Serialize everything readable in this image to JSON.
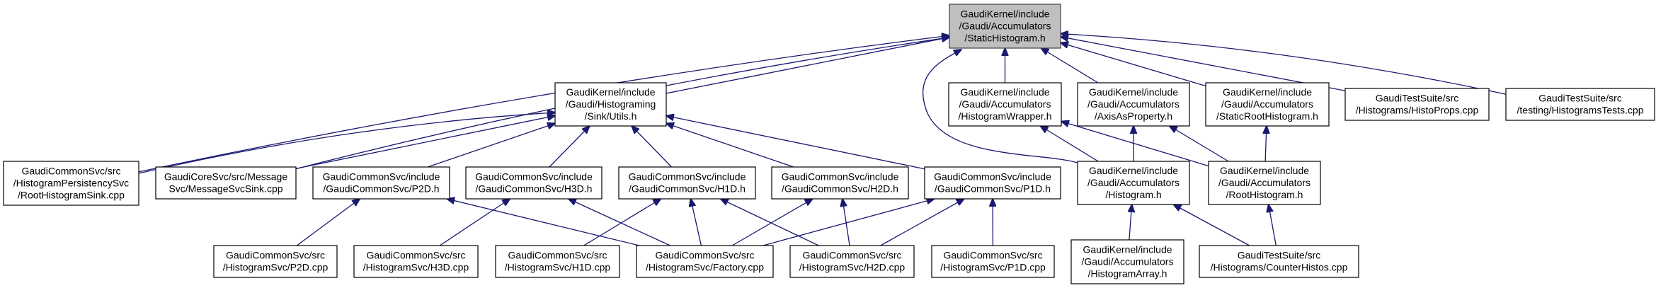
{
  "colors": {
    "edge": "#191970",
    "focus_fill": "#bfbfbf",
    "node_fill": "#ffffff"
  },
  "focus_node": "root",
  "nodes": [
    {
      "id": "root",
      "lines": [
        "GaudiKernel/include",
        "/Gaudi/Accumulators",
        "/StaticHistogram.h"
      ]
    },
    {
      "id": "utils",
      "lines": [
        "GaudiKernel/include",
        "/Gaudi/Histograming",
        "/Sink/Utils.h"
      ]
    },
    {
      "id": "wrapper",
      "lines": [
        "GaudiKernel/include",
        "/Gaudi/Accumulators",
        "/HistogramWrapper.h"
      ]
    },
    {
      "id": "axis",
      "lines": [
        "GaudiKernel/include",
        "/Gaudi/Accumulators",
        "/AxisAsProperty.h"
      ]
    },
    {
      "id": "staticroot",
      "lines": [
        "GaudiKernel/include",
        "/Gaudi/Accumulators",
        "/StaticRootHistogram.h"
      ]
    },
    {
      "id": "histoprops",
      "lines": [
        "GaudiTestSuite/src",
        "/Histograms/HistoProps.cpp"
      ]
    },
    {
      "id": "tests",
      "lines": [
        "GaudiTestSuite/src",
        "/testing/HistogramsTests.cpp"
      ]
    },
    {
      "id": "rootsink",
      "lines": [
        "GaudiCommonSvc/src",
        "/HistogramPersistencySvc",
        "/RootHistogramSink.cpp"
      ]
    },
    {
      "id": "msgsink",
      "lines": [
        "GaudiCoreSvc/src/Message",
        "Svc/MessageSvcSink.cpp"
      ]
    },
    {
      "id": "p2dh",
      "lines": [
        "GaudiCommonSvc/include",
        "/GaudiCommonSvc/P2D.h"
      ]
    },
    {
      "id": "h3dh",
      "lines": [
        "GaudiCommonSvc/include",
        "/GaudiCommonSvc/H3D.h"
      ]
    },
    {
      "id": "h1dh",
      "lines": [
        "GaudiCommonSvc/include",
        "/GaudiCommonSvc/H1D.h"
      ]
    },
    {
      "id": "h2dh",
      "lines": [
        "GaudiCommonSvc/include",
        "/GaudiCommonSvc/H2D.h"
      ]
    },
    {
      "id": "p1dh",
      "lines": [
        "GaudiCommonSvc/include",
        "/GaudiCommonSvc/P1D.h"
      ]
    },
    {
      "id": "histogram",
      "lines": [
        "GaudiKernel/include",
        "/Gaudi/Accumulators",
        "/Histogram.h"
      ]
    },
    {
      "id": "roothisto",
      "lines": [
        "GaudiKernel/include",
        "/Gaudi/Accumulators",
        "/RootHistogram.h"
      ]
    },
    {
      "id": "p2dcpp",
      "lines": [
        "GaudiCommonSvc/src",
        "/HistogramSvc/P2D.cpp"
      ]
    },
    {
      "id": "h3dcpp",
      "lines": [
        "GaudiCommonSvc/src",
        "/HistogramSvc/H3D.cpp"
      ]
    },
    {
      "id": "h1dcpp",
      "lines": [
        "GaudiCommonSvc/src",
        "/HistogramSvc/H1D.cpp"
      ]
    },
    {
      "id": "factory",
      "lines": [
        "GaudiCommonSvc/src",
        "/HistogramSvc/Factory.cpp"
      ]
    },
    {
      "id": "h2dcpp",
      "lines": [
        "GaudiCommonSvc/src",
        "/HistogramSvc/H2D.cpp"
      ]
    },
    {
      "id": "p1dcpp",
      "lines": [
        "GaudiCommonSvc/src",
        "/HistogramSvc/P1D.cpp"
      ]
    },
    {
      "id": "histoarray",
      "lines": [
        "GaudiKernel/include",
        "/Gaudi/Accumulators",
        "/HistogramArray.h"
      ]
    },
    {
      "id": "counterhistos",
      "lines": [
        "GaudiTestSuite/src",
        "/Histograms/CounterHistos.cpp"
      ]
    }
  ],
  "edges": [
    [
      "rootsink",
      "root"
    ],
    [
      "msgsink",
      "root"
    ],
    [
      "utils",
      "root"
    ],
    [
      "wrapper",
      "root"
    ],
    [
      "axis",
      "root"
    ],
    [
      "staticroot",
      "root"
    ],
    [
      "histoprops",
      "root"
    ],
    [
      "tests",
      "root"
    ],
    [
      "histogram",
      "root"
    ],
    [
      "rootsink",
      "utils"
    ],
    [
      "msgsink",
      "utils"
    ],
    [
      "p2dh",
      "utils"
    ],
    [
      "h3dh",
      "utils"
    ],
    [
      "h1dh",
      "utils"
    ],
    [
      "h2dh",
      "utils"
    ],
    [
      "p1dh",
      "utils"
    ],
    [
      "histogram",
      "wrapper"
    ],
    [
      "roothisto",
      "wrapper"
    ],
    [
      "histogram",
      "axis"
    ],
    [
      "roothisto",
      "axis"
    ],
    [
      "roothisto",
      "staticroot"
    ],
    [
      "p2dcpp",
      "p2dh"
    ],
    [
      "factory",
      "p2dh"
    ],
    [
      "h3dcpp",
      "h3dh"
    ],
    [
      "factory",
      "h3dh"
    ],
    [
      "h1dcpp",
      "h1dh"
    ],
    [
      "factory",
      "h1dh"
    ],
    [
      "h2dcpp",
      "h1dh"
    ],
    [
      "factory",
      "h2dh"
    ],
    [
      "h2dcpp",
      "h2dh"
    ],
    [
      "factory",
      "p1dh"
    ],
    [
      "h2dcpp",
      "p1dh"
    ],
    [
      "p1dcpp",
      "p1dh"
    ],
    [
      "histoarray",
      "histogram"
    ],
    [
      "counterhistos",
      "histogram"
    ],
    [
      "counterhistos",
      "roothisto"
    ]
  ]
}
